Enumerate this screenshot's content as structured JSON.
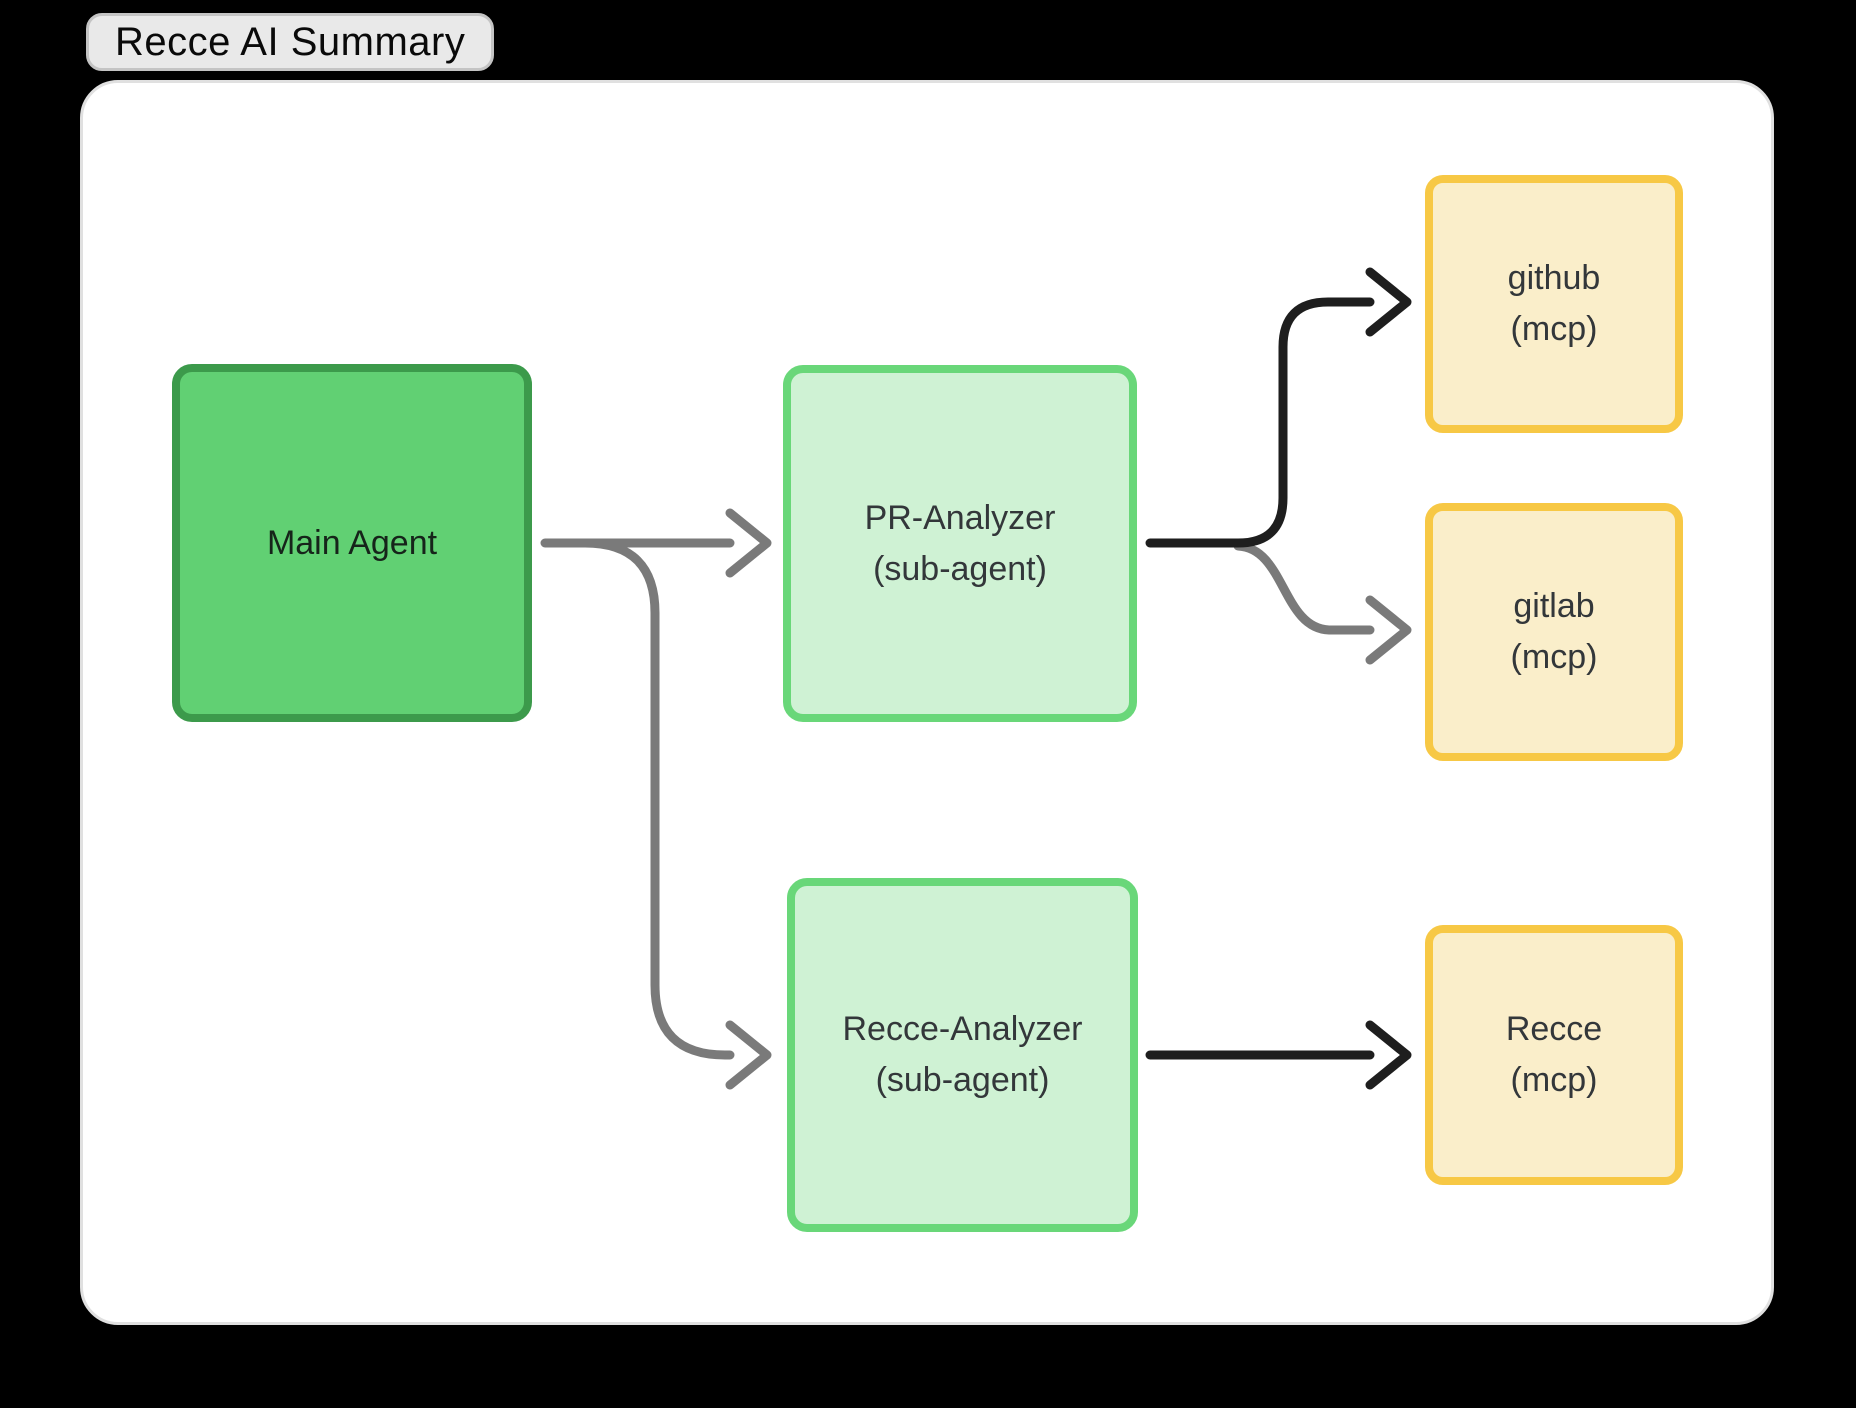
{
  "title": "Recce AI Summary",
  "nodes": [
    {
      "id": "main-agent",
      "label": "Main Agent",
      "sublabel": "",
      "type": "agent",
      "fill": "#61D073",
      "border": "#3C9A4B"
    },
    {
      "id": "pr-analyzer",
      "label": "PR-Analyzer",
      "sublabel": "(sub-agent)",
      "type": "sub-agent",
      "fill": "#CFF2D4",
      "border": "#69D779"
    },
    {
      "id": "recce-analyzer",
      "label": "Recce-Analyzer",
      "sublabel": "(sub-agent)",
      "type": "sub-agent",
      "fill": "#CFF2D4",
      "border": "#69D779"
    },
    {
      "id": "github-mcp",
      "label": "github",
      "sublabel": "(mcp)",
      "type": "mcp",
      "fill": "#FAEECA",
      "border": "#F7C845"
    },
    {
      "id": "gitlab-mcp",
      "label": "gitlab",
      "sublabel": "(mcp)",
      "type": "mcp",
      "fill": "#FAEECA",
      "border": "#F7C845"
    },
    {
      "id": "recce-mcp",
      "label": "Recce",
      "sublabel": "(mcp)",
      "type": "mcp",
      "fill": "#FAEECA",
      "border": "#F7C845"
    }
  ],
  "edges": [
    {
      "from": "main-agent",
      "to": "pr-analyzer",
      "color": "#7A7A7A"
    },
    {
      "from": "main-agent",
      "to": "recce-analyzer",
      "color": "#7A7A7A"
    },
    {
      "from": "pr-analyzer",
      "to": "gitlab-mcp",
      "color": "#7A7A7A"
    },
    {
      "from": "pr-analyzer",
      "to": "github-mcp",
      "color": "#1E1E1E"
    },
    {
      "from": "recce-analyzer",
      "to": "recce-mcp",
      "color": "#1E1E1E"
    }
  ],
  "colors": {
    "background": "#000000",
    "card": "#FFFFFF",
    "card_border": "#E0E0E0",
    "title_bg": "#E9E9E9",
    "title_border": "#C4C4C4",
    "label_text": "#33373A",
    "edge_gray": "#7A7A7A",
    "edge_black": "#1E1E1E"
  }
}
